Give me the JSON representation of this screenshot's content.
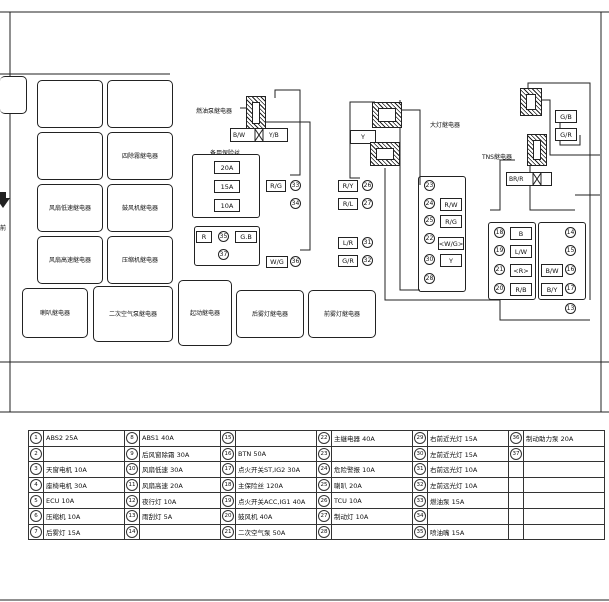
{
  "relays": {
    "defog": "四除霧継电器",
    "fan_low": "风扇低速継电器",
    "blower": "鼓风机継电器",
    "fan_high": "风扇高速継电器",
    "compressor": "压缩机継电器",
    "horn": "喇叭継电器",
    "secondary_air": "二次空气泵継电器",
    "starter": "起动継电器",
    "rear_fog": "后雾灯継电器",
    "front_fog": "前雾灯継电器",
    "fuel_pump": "燃油泵継电器",
    "headlamp": "大灯継电器",
    "tns": "TNS継电器"
  },
  "spare": {
    "title": "备用保险丝",
    "values": [
      "20A",
      "15A",
      "10A"
    ]
  },
  "wire_codes": {
    "fuel_pump_left": "B/W",
    "fuel_pump_right": "Y/B",
    "headlamp_top": "Y",
    "tns_bottom": "BR/R",
    "top_right_1": "G/B",
    "top_right_2": "G/R",
    "rg": "R/G",
    "r": "R",
    "gb": "G.B",
    "wg": "W/G",
    "ry": "R/Y",
    "rl": "R/L",
    "lr": "L/R",
    "gr": "G/R",
    "col3_r1": "R/W",
    "col3_r2": "R/G",
    "col3_r3": "Y",
    "col3_r4": "<W/G>",
    "col3_r5": "Y",
    "col4_b": "B",
    "col4_lw": "L/W",
    "col4_r": "<R>",
    "col4_rb": "R/B",
    "col5_bw": "B/W",
    "col5_by": "B/Y"
  },
  "fuse_numbers": {
    "c1": [
      "33",
      "34"
    ],
    "c1b": [
      "35",
      "37"
    ],
    "c1c": [
      "36"
    ],
    "c2": [
      "26",
      "27",
      "31",
      "32"
    ],
    "c3": [
      "23",
      "24",
      "25",
      "22",
      "30",
      "28"
    ],
    "c4": [
      "18",
      "19",
      "21",
      "20"
    ],
    "c5": [
      "14",
      "15",
      "16",
      "17",
      "13"
    ]
  },
  "legend": {
    "rows": [
      [
        [
          "1",
          "ABS2 25A"
        ],
        [
          "8",
          "ABS1 40A"
        ],
        [
          "15",
          ""
        ],
        [
          "22",
          "主継电器 40A"
        ],
        [
          "29",
          "右前近光灯 15A"
        ],
        [
          "36",
          "制动助力泵 20A"
        ]
      ],
      [
        [
          "2",
          ""
        ],
        [
          "9",
          "后风窗除霜 30A"
        ],
        [
          "16",
          "BTN 50A"
        ],
        [
          "23",
          ""
        ],
        [
          "30",
          "左前近光灯 15A"
        ],
        [
          "37",
          ""
        ]
      ],
      [
        [
          "3",
          "天窗电机 10A"
        ],
        [
          "10",
          "风扇低速 30A"
        ],
        [
          "17",
          "点火开关ST,IG2 30A"
        ],
        [
          "24",
          "危险警报 10A"
        ],
        [
          "31",
          "右前远光灯 10A"
        ],
        [
          "",
          ""
        ]
      ],
      [
        [
          "4",
          "座椅电机 30A"
        ],
        [
          "11",
          "风扇高速 20A"
        ],
        [
          "18",
          "主保险丝 120A"
        ],
        [
          "25",
          "喇叭 20A"
        ],
        [
          "32",
          "左前远光灯 10A"
        ],
        [
          "",
          ""
        ]
      ],
      [
        [
          "5",
          "ECU 10A"
        ],
        [
          "12",
          "夜行灯 10A"
        ],
        [
          "19",
          "点火开关ACC,IG1 40A"
        ],
        [
          "26",
          "TCU 10A"
        ],
        [
          "33",
          "燃油泵 15A"
        ],
        [
          "",
          ""
        ]
      ],
      [
        [
          "6",
          "压缩机 10A"
        ],
        [
          "13",
          "雨刮灯 5A"
        ],
        [
          "20",
          "鼓风机 40A"
        ],
        [
          "27",
          "制动灯 10A"
        ],
        [
          "34",
          ""
        ],
        [
          "",
          ""
        ]
      ],
      [
        [
          "7",
          "后雾灯 15A"
        ],
        [
          "14",
          ""
        ],
        [
          "21",
          "二次空气泵 50A"
        ],
        [
          "28",
          ""
        ],
        [
          "35",
          "喷油嘴 15A"
        ],
        [
          "",
          ""
        ]
      ]
    ]
  }
}
